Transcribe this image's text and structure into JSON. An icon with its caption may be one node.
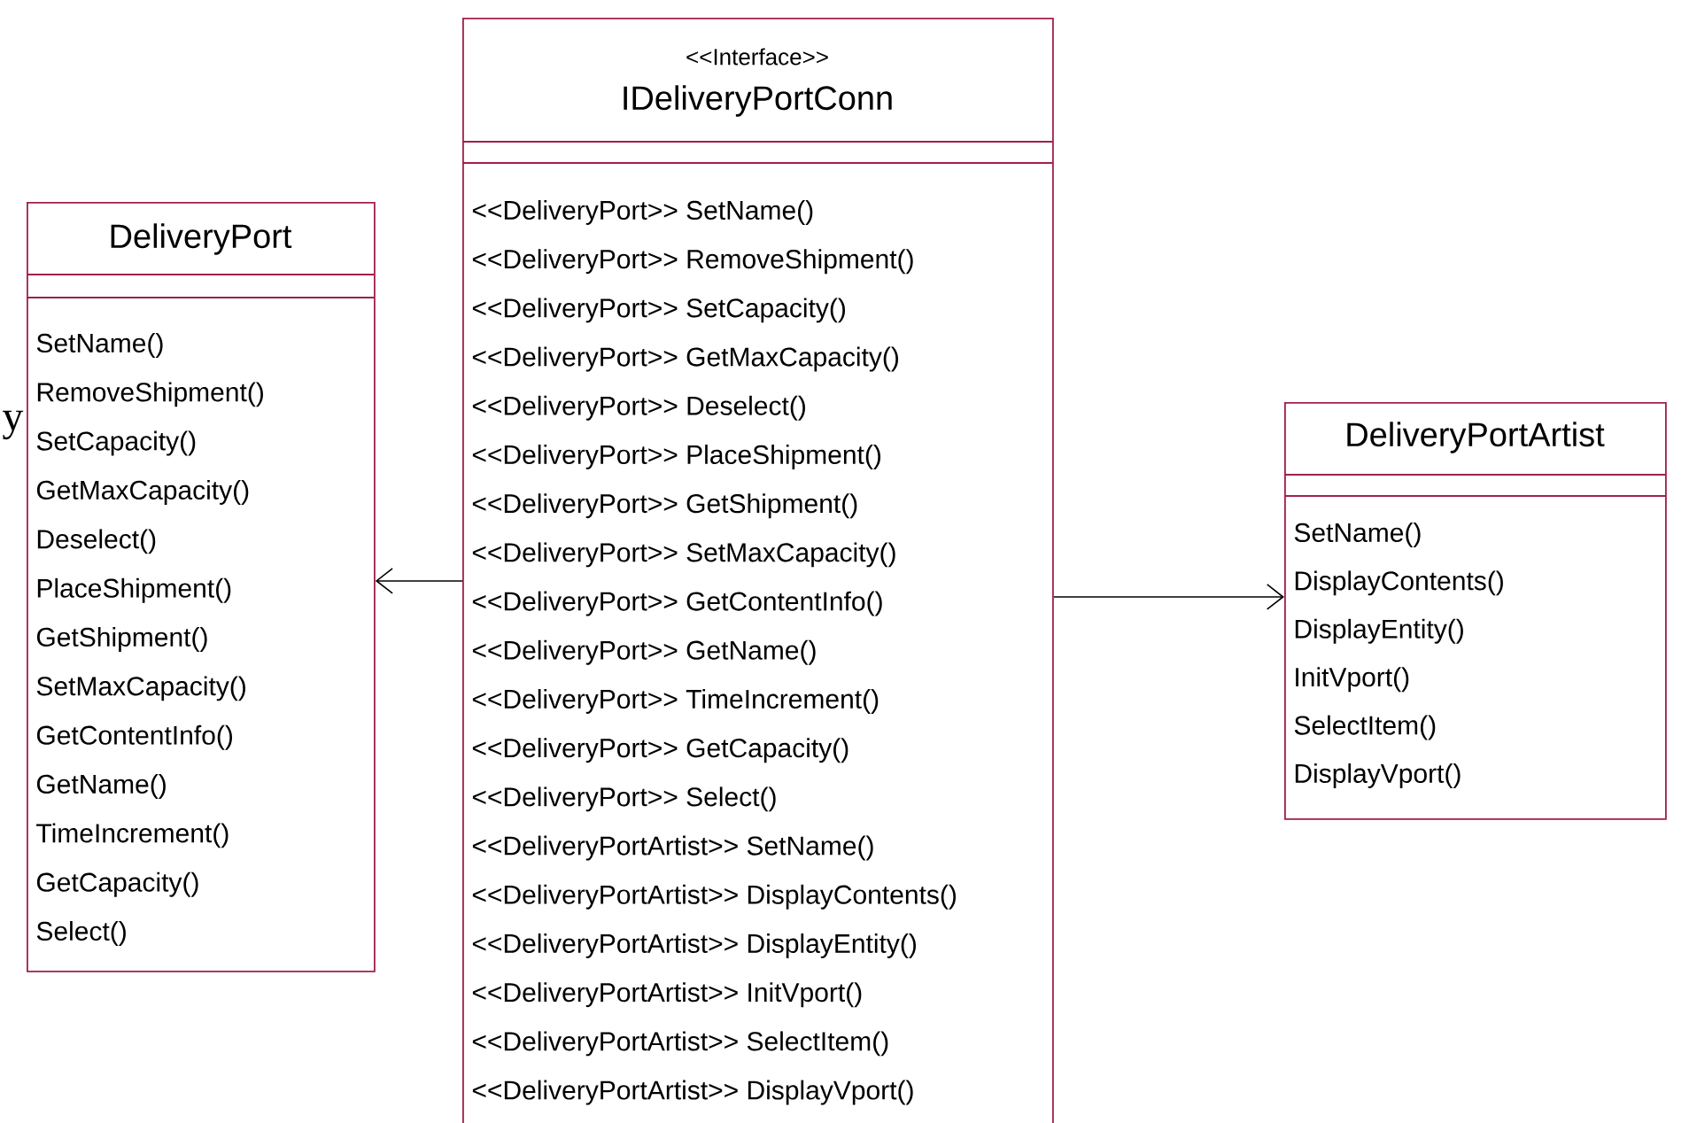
{
  "diagram": {
    "nodes": [
      {
        "text": [
          "DeliveryPort",
          "SetName()",
          "RemoveShipment()",
          "SetCapacity()",
          "GetMaxCapacity()",
          "Deselect()",
          "PlaceShipment()",
          "GetShipment()",
          "SetMaxCapacity()",
          "GetContentInfo()",
          "GetName()",
          "TimeIncrement()",
          "GetCapacity()",
          "Select()"
        ]
      },
      {
        "text": [
          "<<Interface>>",
          "IDeliveryPortConn",
          "<<DeliveryPort>> SetName()",
          "<<DeliveryPort>> RemoveShipment()",
          "<<DeliveryPort>> SetCapacity()",
          "<<DeliveryPort>> GetMaxCapacity()",
          "<<DeliveryPort>> Deselect()",
          "<<DeliveryPort>> PlaceShipment()",
          "<<DeliveryPort>> GetShipment()",
          "<<DeliveryPort>> SetMaxCapacity()",
          "<<DeliveryPort>> GetContentInfo()",
          "<<DeliveryPort>> GetName()",
          "<<DeliveryPort>> TimeIncrement()",
          "<<DeliveryPort>> GetCapacity()",
          "<<DeliveryPort>> Select()",
          "<<DeliveryPortArtist>> SetName()",
          "<<DeliveryPortArtist>> DisplayContents()",
          "<<DeliveryPortArtist>> DisplayEntity()",
          "<<DeliveryPortArtist>> InitVport()",
          "<<DeliveryPortArtist>> SelectItem()",
          "<<DeliveryPortArtist>> DisplayVport()"
        ]
      },
      {
        "text": [
          "DeliveryPortArtist",
          "SetName()",
          "DisplayContents()",
          "DisplayEntity()",
          "InitVport()",
          "SelectItem()",
          "DisplayVport()"
        ]
      }
    ],
    "edges": [
      {
        "from": 1,
        "to": 0,
        "arrow": "to"
      },
      {
        "from": 1,
        "to": 2,
        "arrow": "to"
      }
    ],
    "labels": [
      "y"
    ]
  }
}
